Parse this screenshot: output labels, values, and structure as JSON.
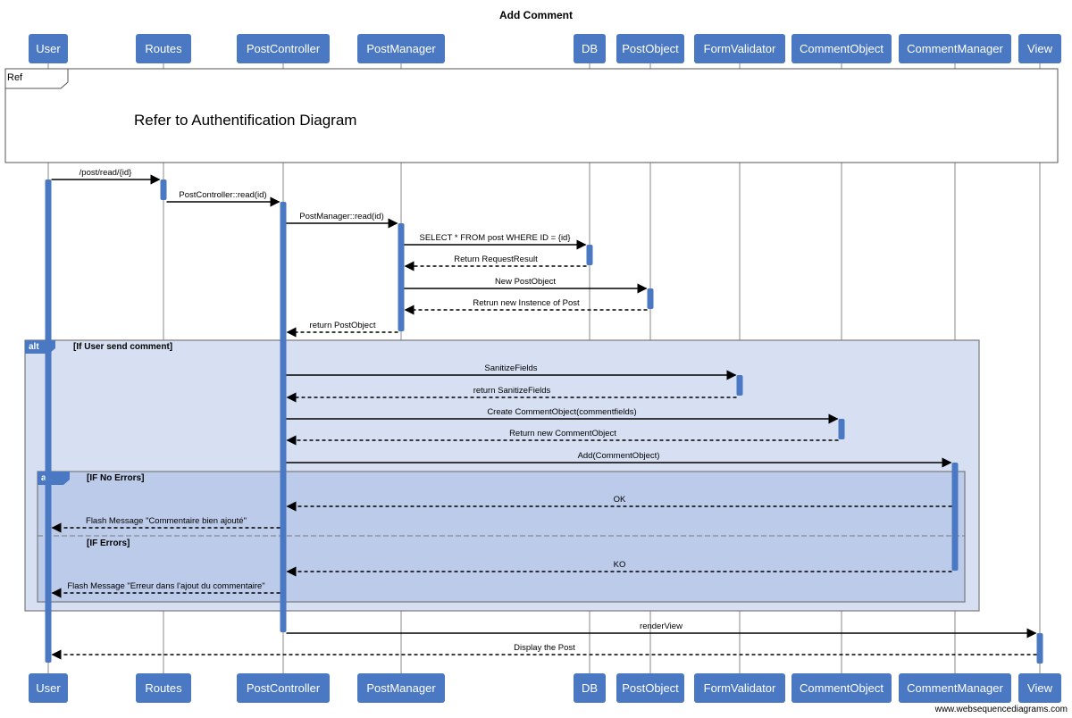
{
  "title": "Add Comment",
  "watermark": "www.websequencediagrams.com",
  "colors": {
    "actor": "#4a78c2",
    "outer_frame": "#d7e0f3",
    "inner_frame": "#bccbea"
  },
  "participants": [
    {
      "id": "user",
      "label": "User"
    },
    {
      "id": "routes",
      "label": "Routes"
    },
    {
      "id": "postcontroller",
      "label": "PostController"
    },
    {
      "id": "postmanager",
      "label": "PostManager"
    },
    {
      "id": "db",
      "label": "DB"
    },
    {
      "id": "postobject",
      "label": "PostObject"
    },
    {
      "id": "formvalidator",
      "label": "FormValidator"
    },
    {
      "id": "commentobject",
      "label": "CommentObject"
    },
    {
      "id": "commentmanager",
      "label": "CommentManager"
    },
    {
      "id": "view",
      "label": "View"
    }
  ],
  "ref": {
    "tag": "Ref",
    "text": "Refer to Authentification Diagram"
  },
  "messages": [
    {
      "from": "user",
      "to": "routes",
      "label": "/post/read/{id}",
      "dashed": false
    },
    {
      "from": "routes",
      "to": "postcontroller",
      "label": "PostController::read(id)",
      "dashed": false
    },
    {
      "from": "postcontroller",
      "to": "postmanager",
      "label": "PostManager::read(id)",
      "dashed": false
    },
    {
      "from": "postmanager",
      "to": "db",
      "label": "SELECT * FROM post WHERE ID = {id}",
      "dashed": false
    },
    {
      "from": "db",
      "to": "postmanager",
      "label": "Return RequestResult",
      "dashed": true
    },
    {
      "from": "postmanager",
      "to": "postobject",
      "label": "New PostObject",
      "dashed": false
    },
    {
      "from": "postobject",
      "to": "postmanager",
      "label": "Retrun new Instence of Post",
      "dashed": true
    },
    {
      "from": "postmanager",
      "to": "postcontroller",
      "label": "return PostObject",
      "dashed": true
    },
    {
      "from": "postcontroller",
      "to": "formvalidator",
      "label": "SanitizeFields",
      "dashed": false
    },
    {
      "from": "formvalidator",
      "to": "postcontroller",
      "label": "return SanitizeFields",
      "dashed": true
    },
    {
      "from": "postcontroller",
      "to": "commentobject",
      "label": "Create CommentObject(commentfields)",
      "dashed": false
    },
    {
      "from": "commentobject",
      "to": "postcontroller",
      "label": "Return new CommentObject",
      "dashed": true
    },
    {
      "from": "postcontroller",
      "to": "commentmanager",
      "label": "Add(CommentObject)",
      "dashed": false
    },
    {
      "from": "commentmanager",
      "to": "postcontroller",
      "label": "OK",
      "dashed": true
    },
    {
      "from": "postcontroller",
      "to": "user",
      "label": "Flash Message \"Commentaire bien ajouté\"",
      "dashed": true
    },
    {
      "from": "commentmanager",
      "to": "postcontroller",
      "label": "KO",
      "dashed": true
    },
    {
      "from": "postcontroller",
      "to": "user",
      "label": "Flash Message \"Erreur dans l'ajout du commentaire\"",
      "dashed": true
    },
    {
      "from": "postcontroller",
      "to": "view",
      "label": "renderView",
      "dashed": false
    },
    {
      "from": "view",
      "to": "user",
      "label": "Display the Post",
      "dashed": true
    }
  ],
  "fragments": {
    "outer": {
      "operator": "alt",
      "condition": "[If User send comment]"
    },
    "inner": {
      "operator": "alt",
      "condition": "[IF No Errors]",
      "else_condition": "[IF Errors]"
    }
  }
}
